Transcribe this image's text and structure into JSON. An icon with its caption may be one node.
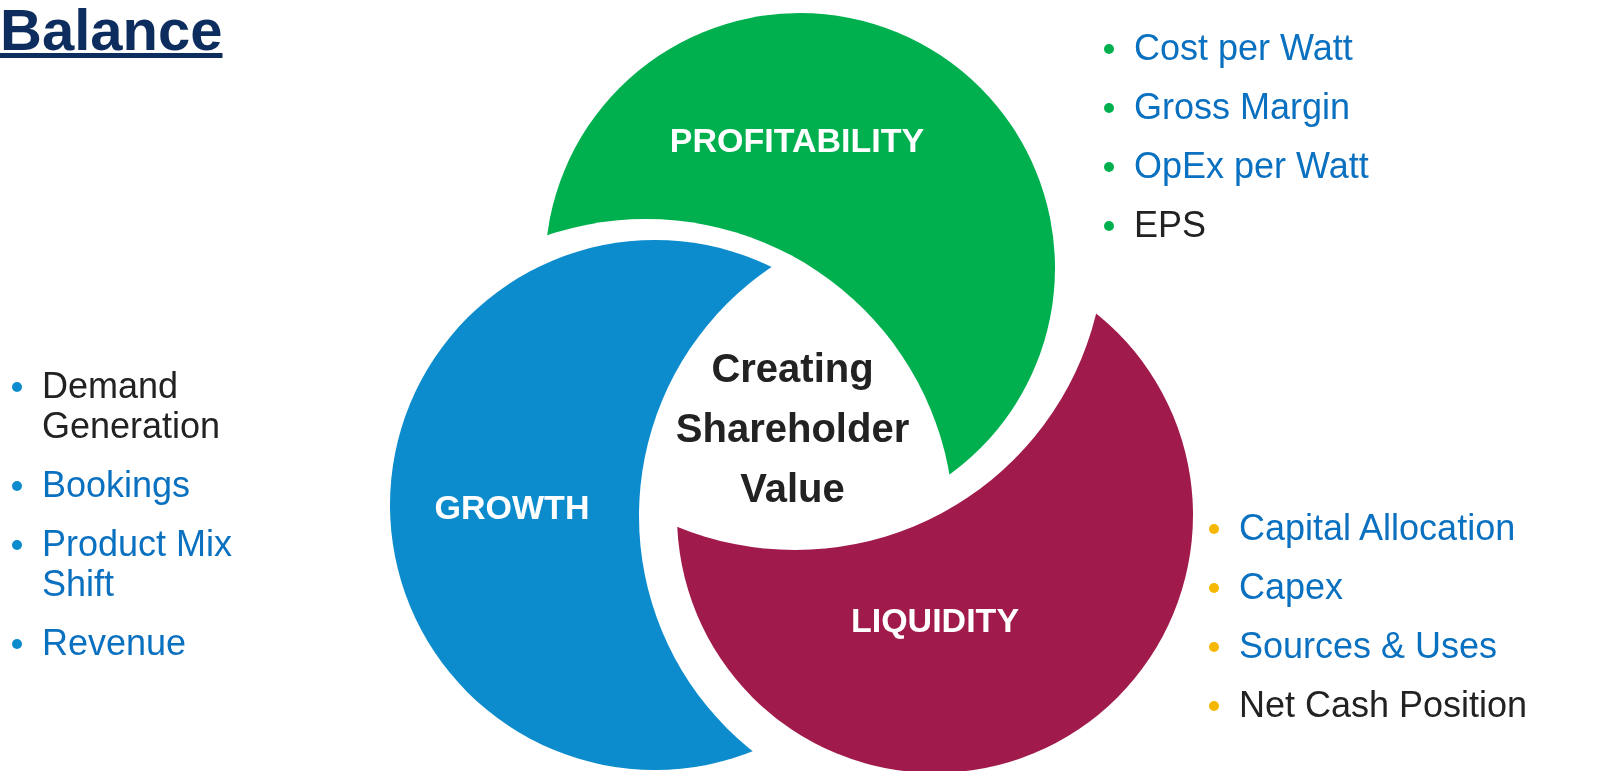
{
  "diagram": {
    "title": "Balance",
    "nodes": [
      {
        "text": [
          "PROFITABILITY"
        ],
        "beside": [
          "Cost per Watt",
          "Gross Margin",
          "OpEx per Watt",
          "EPS"
        ]
      },
      {
        "text": [
          "GROWTH"
        ],
        "beside": [
          "Demand Generation",
          "Bookings",
          "Product Mix Shift",
          "Revenue"
        ]
      },
      {
        "text": [
          "LIQUIDITY"
        ],
        "beside": [
          "Capital Allocation",
          "Capex",
          "Sources & Uses",
          "Net Cash Position"
        ]
      }
    ],
    "labels": [
      "Creating Shareholder Value"
    ]
  }
}
